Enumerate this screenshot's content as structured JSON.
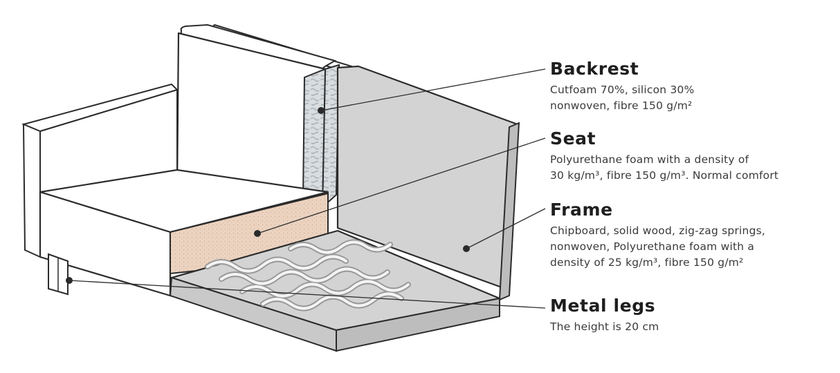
{
  "callouts": {
    "backrest": {
      "title": "Backrest",
      "line1": "Cutfoam 70%, silicon 30%",
      "line2": "nonwoven, fibre 150 g/m²"
    },
    "seat": {
      "title": "Seat",
      "line1": "Polyurethane foam with a density of",
      "line2": "30 kg/m³, fibre 150 g/m³. Normal comfort"
    },
    "frame": {
      "title": "Frame",
      "line1": "Chipboard, solid wood, zig-zag springs,",
      "line2": "nonwoven, Polyurethane foam with a",
      "line3": "density of 25 kg/m³, fibre 150 g/m²"
    },
    "legs": {
      "title": "Metal legs",
      "line1": "The height is 20 cm"
    }
  },
  "colors": {
    "outline": "#2b2b2b",
    "frame_fill": "#d3d3d3",
    "seat_foam": "#ecd3c0",
    "backrest_fill": "#cfd4d8",
    "spring": "#f4f4f4"
  }
}
